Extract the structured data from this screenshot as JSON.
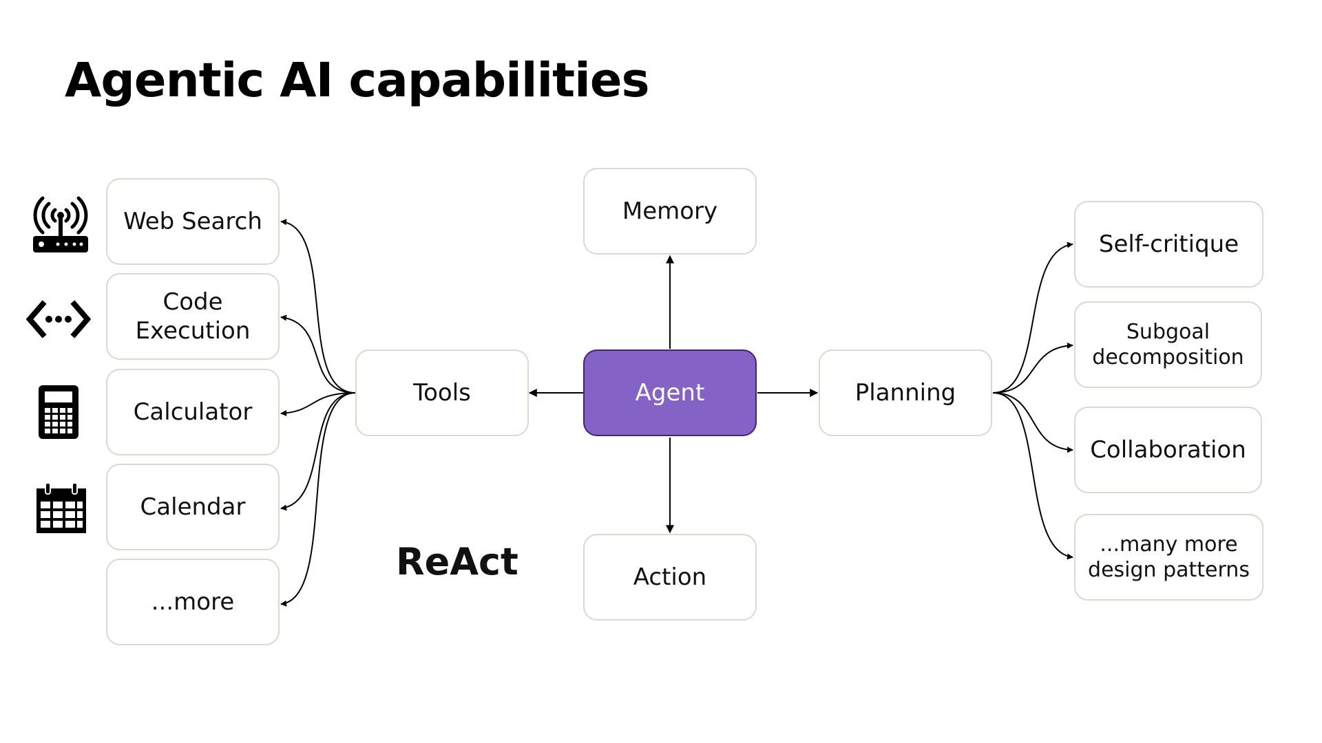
{
  "title": "Agentic AI capabilities",
  "react_label": "ReAct",
  "center": {
    "agent": "Agent",
    "memory": "Memory",
    "action": "Action"
  },
  "tools": {
    "label": "Tools",
    "items": [
      "Web Search",
      "Code\nExecution",
      "Calculator",
      "Calendar",
      "...more"
    ]
  },
  "planning": {
    "label": "Planning",
    "items": [
      "Self-critique",
      "Subgoal\ndecomposition",
      "Collaboration",
      "...many more\ndesign patterns"
    ]
  },
  "icons": [
    "router-icon",
    "code-icon",
    "calculator-icon",
    "calendar-icon"
  ],
  "colors": {
    "agent_fill": "#8563c6",
    "agent_border": "#3f2573",
    "box_border": "#d9d9d2"
  }
}
